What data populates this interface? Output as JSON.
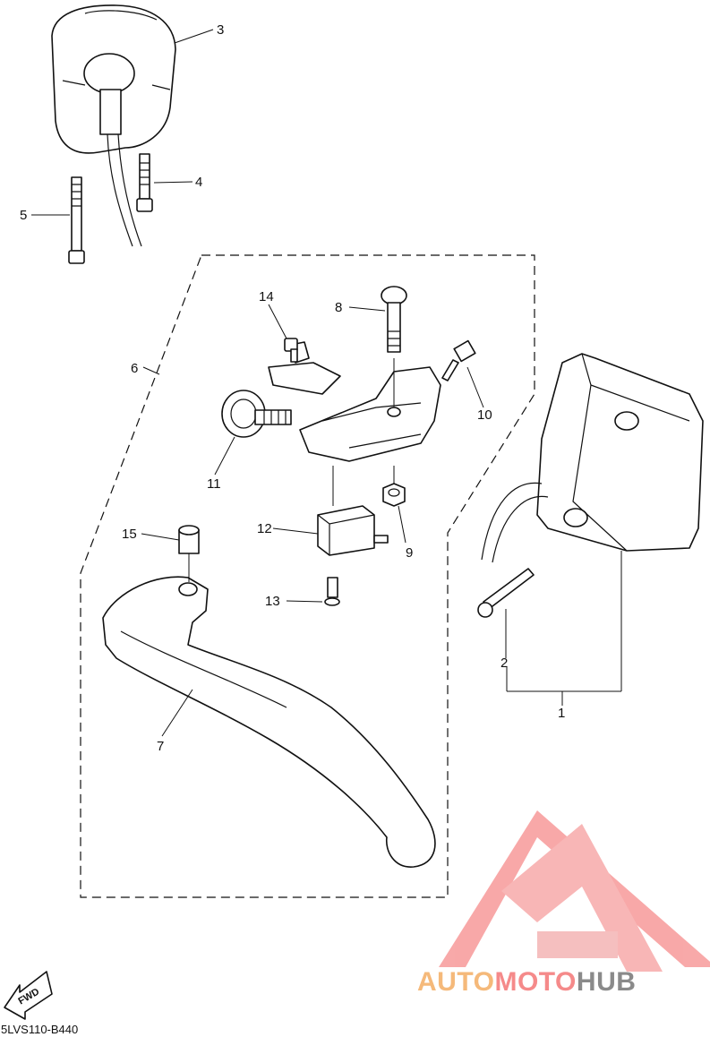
{
  "diagram": {
    "part_labels": [
      "1",
      "2",
      "3",
      "4",
      "5",
      "6",
      "7",
      "8",
      "9",
      "10",
      "11",
      "12",
      "13",
      "14",
      "15"
    ],
    "drawing_code": "5LVS110-B440",
    "direction_label": "FWD"
  },
  "watermark": {
    "brand_parts": [
      "AUTO",
      "MOTO",
      "HUB"
    ],
    "colors": {
      "auto": "#f5b97a",
      "moto": "#f58a8a",
      "hub": "#8a8a8a",
      "logo": "#f79a9a"
    }
  }
}
